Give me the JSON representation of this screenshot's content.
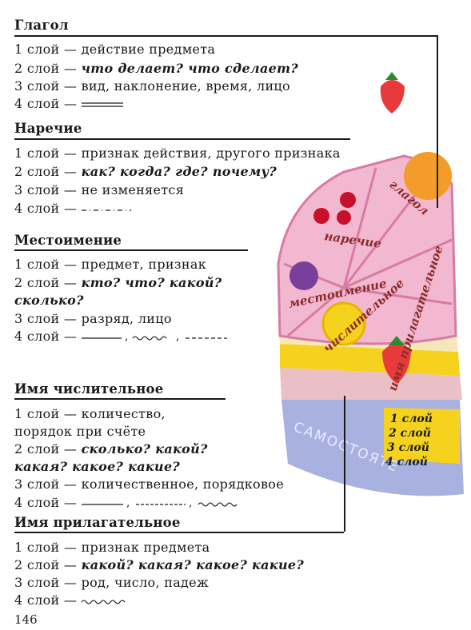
{
  "sections": [
    {
      "title": "Глагол",
      "lines": [
        {
          "prefix": "1 слой — ",
          "text": "действие предмета",
          "bold": false
        },
        {
          "prefix": "2 слой — ",
          "text": "что делает? что сделает?",
          "bold": true
        },
        {
          "prefix": "3 слой — ",
          "text": "вид, наклонение, время, лицо",
          "bold": false
        },
        {
          "prefix": "4 слой — ",
          "text": "",
          "bold": false
        }
      ]
    },
    {
      "title": "Наречие",
      "lines": [
        {
          "prefix": "1 слой — ",
          "text": "признак действия, другого признака",
          "bold": false
        },
        {
          "prefix": "2 слой — ",
          "text": "как? когда? где? почему?",
          "bold": true
        },
        {
          "prefix": "3 слой — ",
          "text": "не изменяется",
          "bold": false
        },
        {
          "prefix": "4 слой — ",
          "text": "",
          "bold": false
        }
      ]
    },
    {
      "title": "Местоимение",
      "lines": [
        {
          "prefix": "1 слой — ",
          "text": "предмет, признак",
          "bold": false
        },
        {
          "prefix": "2 слой — ",
          "text": "кто? что? какой?",
          "bold": true
        },
        {
          "prefix": "",
          "text": "сколько?",
          "bold": true
        },
        {
          "prefix": "3 слой — ",
          "text": "разряд, лицо",
          "bold": false
        },
        {
          "prefix": "4 слой — ",
          "text": "",
          "bold": false
        }
      ]
    },
    {
      "title": "Имя числительное",
      "lines": [
        {
          "prefix": "1 слой — ",
          "text": "количество,",
          "bold": false
        },
        {
          "prefix": "",
          "text": "порядок при счёте",
          "bold": false
        },
        {
          "prefix": "2 слой — ",
          "text": "сколько? какой?",
          "bold": true
        },
        {
          "prefix": "",
          "text": "какая? какое? какие?",
          "bold": true
        },
        {
          "prefix": "3 слой — ",
          "text": "количественное, порядковое",
          "bold": false
        },
        {
          "prefix": "4 слой — ",
          "text": "",
          "bold": false
        }
      ]
    },
    {
      "title": "Имя прилагательное",
      "lines": [
        {
          "prefix": "1 слой — ",
          "text": "признак предмета",
          "bold": false
        },
        {
          "prefix": "2 слой — ",
          "text": "какой? какая? какое? какие?",
          "bold": true
        },
        {
          "prefix": "3 слой — ",
          "text": "род, число, падеж",
          "bold": false
        },
        {
          "prefix": "4 слой — ",
          "text": "",
          "bold": false
        }
      ]
    }
  ],
  "cake": {
    "slice_labels": [
      "глагол",
      "наречие",
      "местоимение",
      "числительное",
      "имя прилагательное"
    ],
    "layer_labels": [
      "1 слой",
      "2 слой",
      "3 слой",
      "4 слой"
    ],
    "base_label": "САМОСТОЯТЕ",
    "colors": {
      "cream": "#f2b8cf",
      "cream_edge": "#d77ba6",
      "slice_text": "#8a2b2b",
      "layer_yellow": "#f5d21e",
      "layer_cream": "#f6e7b8",
      "layer_pink": "#eabfc6",
      "plate": "#9aa3dc"
    }
  },
  "page_number": "146"
}
